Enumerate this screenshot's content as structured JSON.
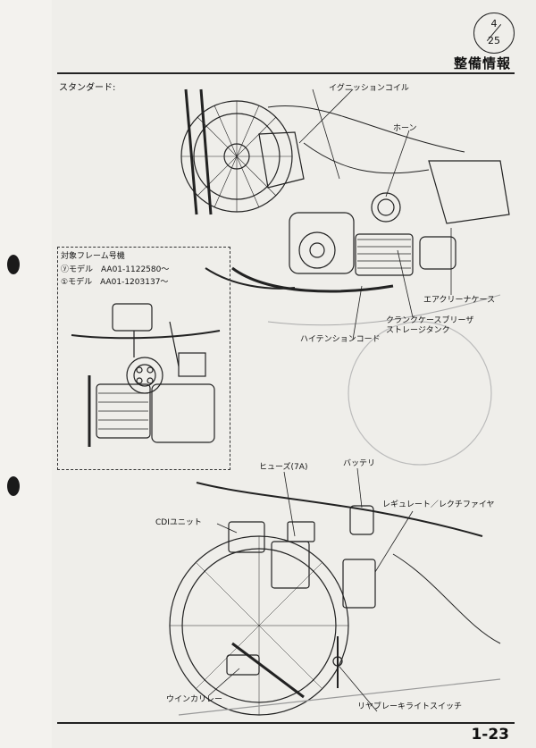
{
  "page_badge": {
    "current": "4",
    "total": "25"
  },
  "section_title": "整備情報",
  "subhead": "スタンダード:",
  "top_figure_labels": {
    "ignition_coil": "イグニッションコイル",
    "horn": "ホーン",
    "air_cleaner_case": "エアクリーナケース",
    "crankcase_breather": "クランクケースブリーザ\nストレージタンク",
    "high_tension_cord": "ハイテンションコード"
  },
  "inset": {
    "title": "対象フレーム号機",
    "line1": "ⓨモデル　AA01-1122580～",
    "line2": "①モデル　AA01-1203137～"
  },
  "bottom_figure_labels": {
    "fuse": "ヒューズ(7A)",
    "battery": "バッテリ",
    "regulator_rectifier": "レギュレート／レクチファイヤ",
    "cdi_unit": "CDIユニット",
    "winker_relay": "ウインカリレー",
    "rear_brake_switch": "リヤブレーキライトスイッチ"
  },
  "page_number": "1-23"
}
